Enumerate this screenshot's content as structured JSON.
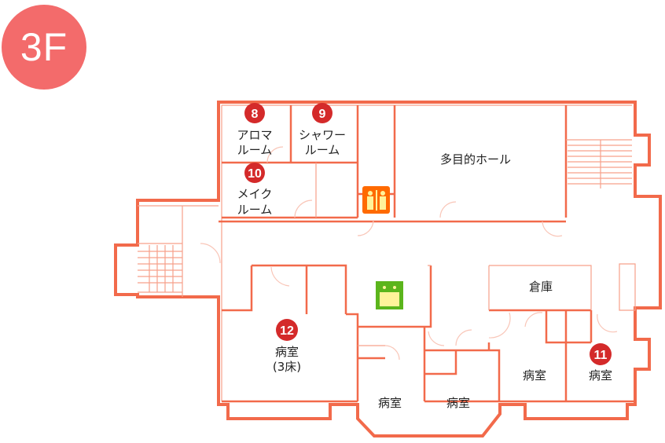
{
  "floor": "3F",
  "rooms": {
    "aroma": {
      "number": "8",
      "line1": "アロマ",
      "line2": "ルーム"
    },
    "shower": {
      "number": "9",
      "line1": "シャワー",
      "line2": "ルーム"
    },
    "makeup": {
      "number": "10",
      "line1": "メイク",
      "line2": "ルーム"
    },
    "hall": {
      "label": "多目的ホール"
    },
    "storage": {
      "label": "倉庫"
    },
    "room11": {
      "number": "11",
      "label": "病室"
    },
    "room12": {
      "number": "12",
      "line1": "病室",
      "line2": "(3床)"
    },
    "ward_a": {
      "label": "病室"
    },
    "ward_b": {
      "label": "病室"
    },
    "ward_c": {
      "label": "病室"
    }
  },
  "icons": {
    "restroom": "restroom-icon",
    "lounge": "lounge-icon"
  },
  "colors": {
    "wall": "#f26a4b",
    "badge": "#f36b6b",
    "marker": "#d42a2a",
    "restroom": "#ff6a00",
    "lounge": "#5bb51c"
  }
}
